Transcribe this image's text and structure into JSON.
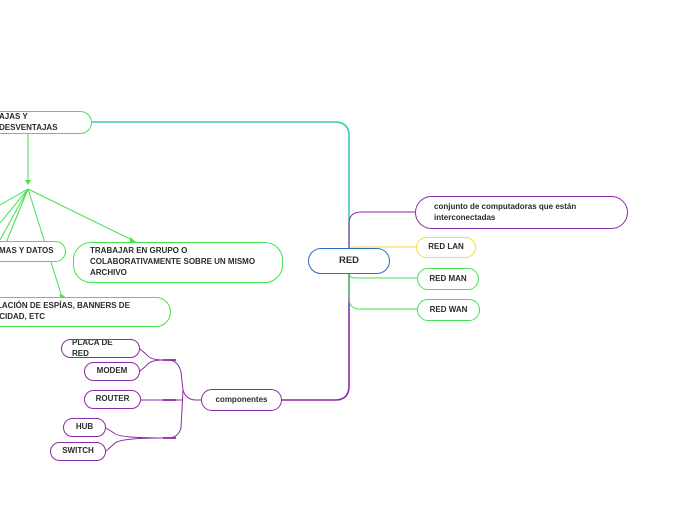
{
  "diagram": {
    "root": {
      "label": "RED"
    },
    "right_branches": [
      {
        "key": "definition",
        "label": "conjunto de computadoras que están\ninterconectadas"
      },
      {
        "key": "lan",
        "label": "RED LAN"
      },
      {
        "key": "man",
        "label": "RED MAN"
      },
      {
        "key": "wan",
        "label": "RED WAN"
      }
    ],
    "left_top": {
      "label": "AJAS Y DESVENTAJAS",
      "children": [
        {
          "key": "programas",
          "label": "MAS Y DATOS"
        },
        {
          "key": "trabajar",
          "label": "TRABAJAR EN GRUPO O\nCOLABORATIVAMENTE SOBRE UN MISMO\nARCHIVO"
        },
        {
          "key": "instalacion",
          "label": "LACIÓN DE ESPÍAS, BANNERS DE\nICIDAD, ETC"
        }
      ]
    },
    "components": {
      "label": "componentes",
      "children": [
        {
          "key": "placa",
          "label": "PLACA DE RED"
        },
        {
          "key": "modem",
          "label": "MODEM"
        },
        {
          "key": "router",
          "label": "ROUTER"
        },
        {
          "key": "hub",
          "label": "HUB"
        },
        {
          "key": "switch",
          "label": "SWITCH"
        }
      ]
    },
    "colors": {
      "green": "#43e34f",
      "purple": "#8d2aa5",
      "blue": "#2c6fbf",
      "yellow": "#f4dc3a",
      "teal_edge": "#3dc9b2"
    }
  }
}
